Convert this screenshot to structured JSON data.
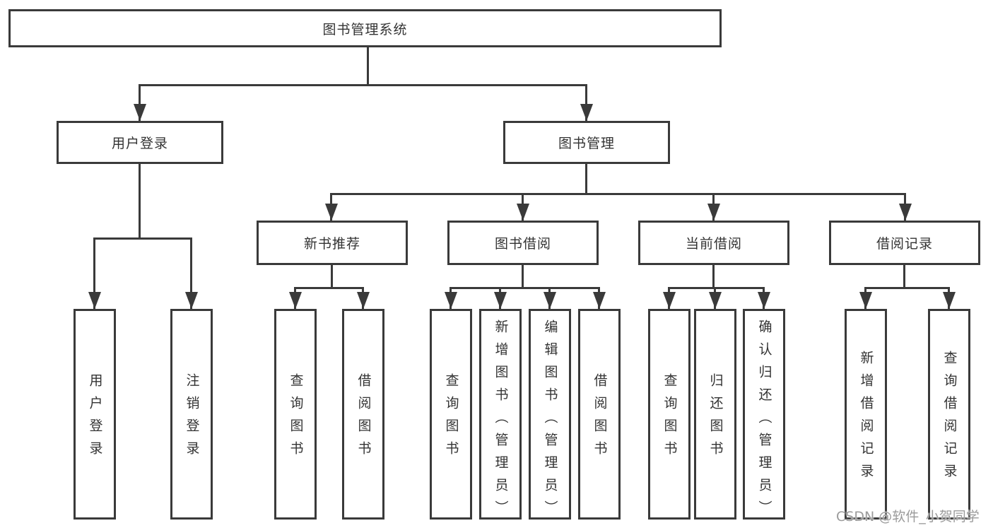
{
  "colors": {
    "line": "#3a3a3a",
    "text": "#333333",
    "watermark": "#9b9b9b",
    "background": "#ffffff"
  },
  "watermark": {
    "text": "CSDN @软件_小贺同学"
  },
  "diagram": {
    "tree": {
      "label": "图书管理系统",
      "children": [
        {
          "label": "用户登录",
          "children": [
            {
              "label": "用户登录"
            },
            {
              "label": "注销登录"
            }
          ]
        },
        {
          "label": "图书管理",
          "children": [
            {
              "label": "新书推荐",
              "children": [
                {
                  "label": "查询图书"
                },
                {
                  "label": "借阅图书"
                }
              ]
            },
            {
              "label": "图书借阅",
              "children": [
                {
                  "label": "查询图书"
                },
                {
                  "label": "新增图书（管理员）"
                },
                {
                  "label": "编辑图书（管理员）"
                },
                {
                  "label": "借阅图书"
                }
              ]
            },
            {
              "label": "当前借阅",
              "children": [
                {
                  "label": "查询图书"
                },
                {
                  "label": "归还图书"
                },
                {
                  "label": "确认归还（管理员）"
                }
              ]
            },
            {
              "label": "借阅记录",
              "children": [
                {
                  "label": "新增借阅记录"
                },
                {
                  "label": "查询借阅记录"
                }
              ]
            }
          ]
        }
      ]
    }
  }
}
